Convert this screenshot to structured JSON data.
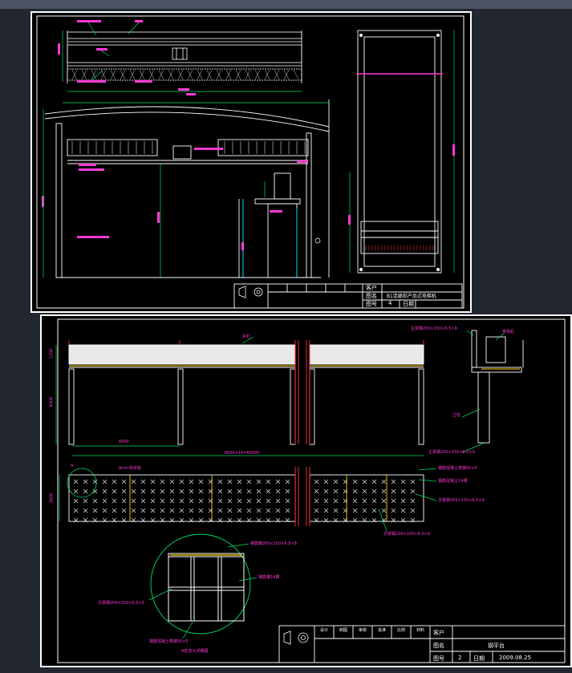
{
  "sheet1": {
    "title_block": {
      "customer_label": "客户",
      "name_label": "图名",
      "name_value": "B1连廊前产品式电梯机",
      "sheet_label": "图号",
      "sheet_value": "4",
      "date_label": "日期",
      "date_value": ""
    }
  },
  "sheet2": {
    "title_block": {
      "customer_label": "客户",
      "name_label": "图名",
      "name_value": "钢平台",
      "sheet_label": "图号",
      "sheet_value": "2",
      "date_label": "日期",
      "date_value": "2009.08.25",
      "header_cells": [
        "设计",
        "制图",
        "审核",
        "批准",
        "比例",
        "材料"
      ]
    },
    "labels": {
      "top_label": "护栏",
      "main_beam_top": "主梁钢200×150×6.5×9",
      "equipment": "卷扬机",
      "column_label": "立柱",
      "main_beam_bottom": "主梁钢200×150×6.5×9",
      "span_single": "6000",
      "span_total": "6000×10=60000",
      "height_dim": "4000",
      "top_dim": "1200",
      "grating": "8mm花纹板",
      "plan_width": "3000",
      "rib_label_1": "钢筋混凝土角钢50×5",
      "rib_label_2": "钢筋混凝土14槽",
      "rib_label_3": "次梁钢200×150×6.5×9",
      "rib_label_4": "次梁钢200×150×6.5×9",
      "detail_top": "钢筋钢200×150×6.5×9",
      "detail_right": "钢筋槽14槽",
      "detail_left": "次梁钢200×150×6.5×9",
      "detail_bottom": "钢筋混凝土角钢50×5",
      "detail_caption": "A处放大详细图",
      "mark_a": "A"
    }
  }
}
